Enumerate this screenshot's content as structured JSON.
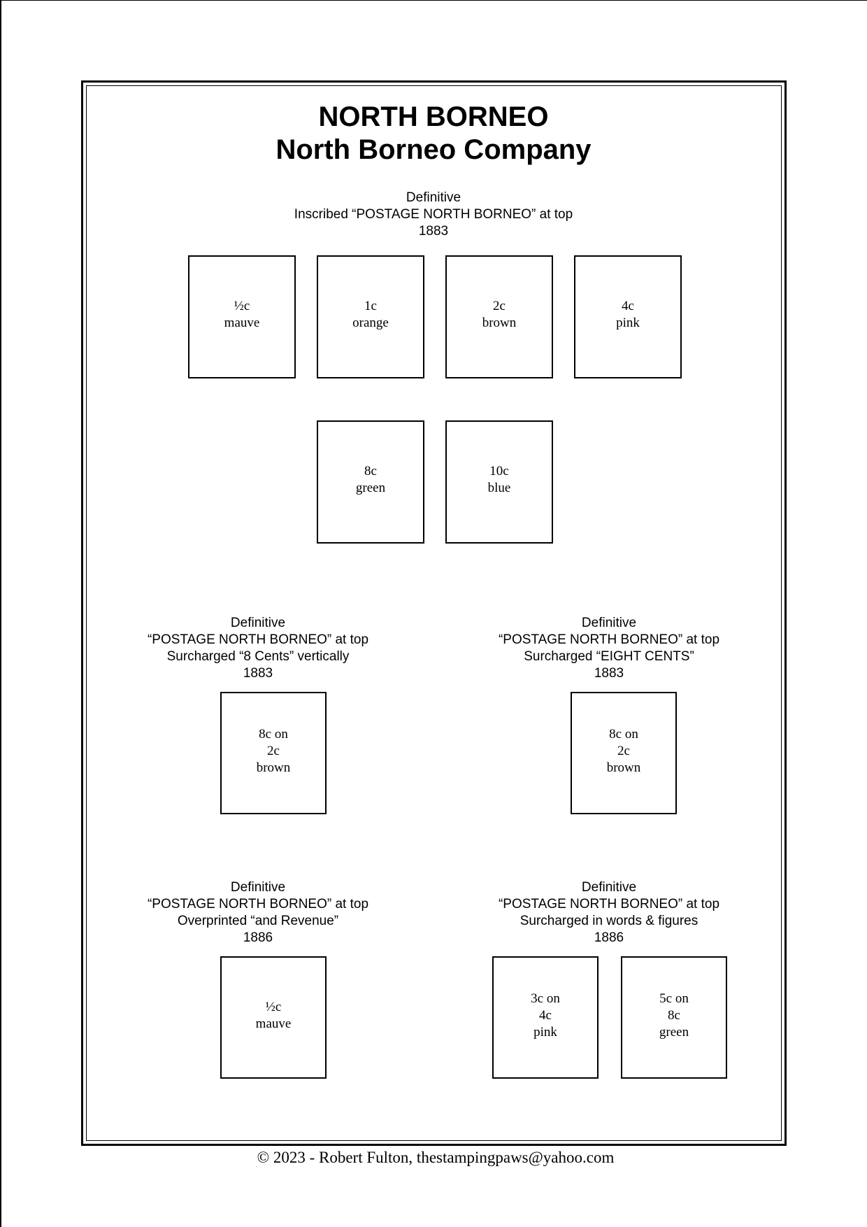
{
  "page": {
    "title": "NORTH BORNEO",
    "subtitle": "North Borneo Company"
  },
  "sections": [
    {
      "lines": [
        "Definitive",
        "Inscribed “POSTAGE NORTH BORNEO” at top",
        "1883"
      ],
      "stamps": [
        {
          "lines": [
            "½c",
            "mauve"
          ]
        },
        {
          "lines": [
            "1c",
            "orange"
          ]
        },
        {
          "lines": [
            "2c",
            "brown"
          ]
        },
        {
          "lines": [
            "4c",
            "pink"
          ]
        },
        {
          "lines": [
            "8c",
            "green"
          ]
        },
        {
          "lines": [
            "10c",
            "blue"
          ]
        }
      ]
    },
    {
      "lines": [
        "Definitive",
        "“POSTAGE NORTH BORNEO” at top",
        "Surcharged “8 Cents” vertically",
        "1883"
      ],
      "stamps": [
        {
          "lines": [
            "8c on",
            "2c",
            "brown"
          ]
        }
      ]
    },
    {
      "lines": [
        "Definitive",
        "“POSTAGE NORTH BORNEO” at top",
        "Surcharged “EIGHT CENTS”",
        "1883"
      ],
      "stamps": [
        {
          "lines": [
            "8c on",
            "2c",
            "brown"
          ]
        }
      ]
    },
    {
      "lines": [
        "Definitive",
        "“POSTAGE NORTH BORNEO” at top",
        "Overprinted “and Revenue”",
        "1886"
      ],
      "stamps": [
        {
          "lines": [
            "½c",
            "mauve"
          ]
        }
      ]
    },
    {
      "lines": [
        "Definitive",
        "“POSTAGE NORTH BORNEO” at top",
        "Surcharged in words & figures",
        "1886"
      ],
      "stamps": [
        {
          "lines": [
            "3c on",
            "4c",
            "pink"
          ]
        },
        {
          "lines": [
            "5c on",
            "8c",
            "green"
          ]
        }
      ]
    }
  ],
  "footer": {
    "text": "© 2023 -  Robert Fulton, thestampingpaws@yahoo.com"
  }
}
